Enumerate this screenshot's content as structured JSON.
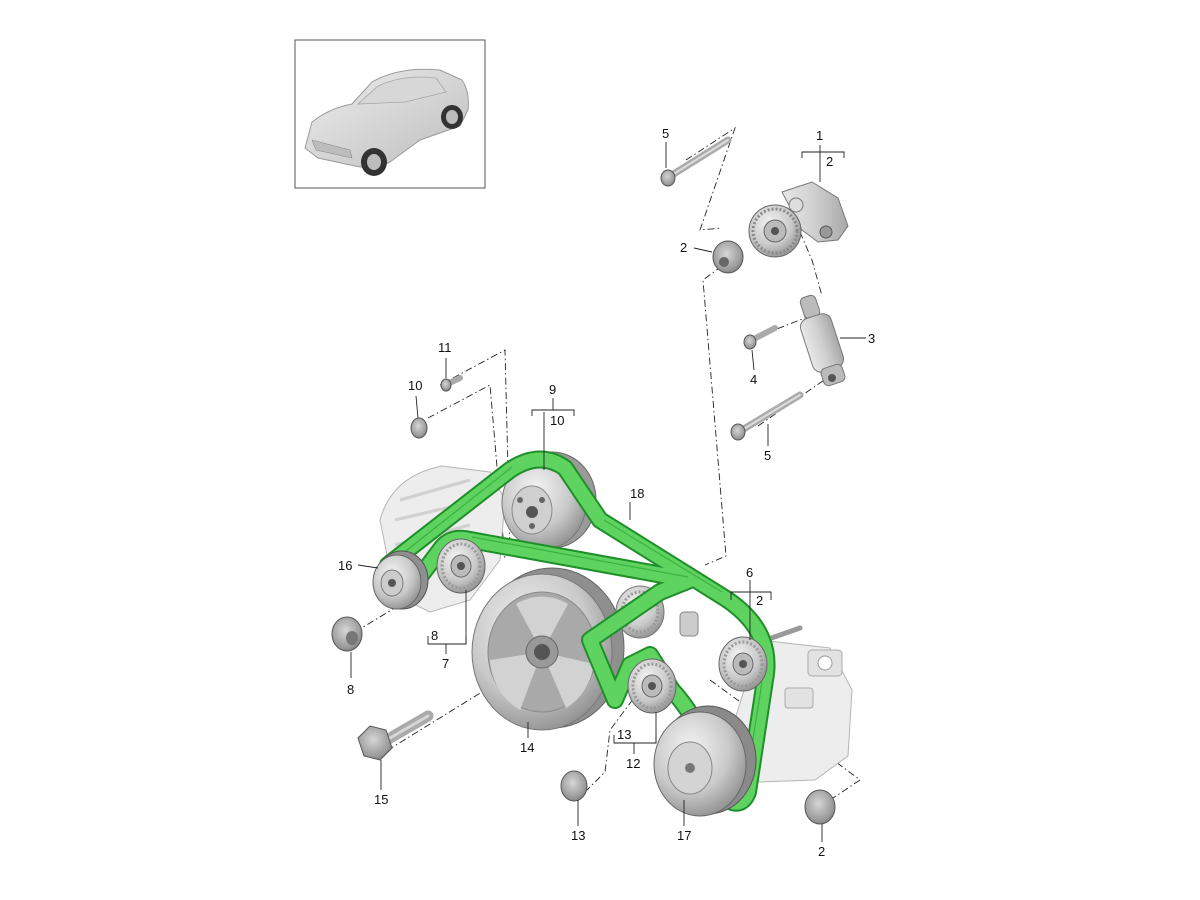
{
  "diagram": {
    "callouts": {
      "c1": "1",
      "c1_sub": "2",
      "c2_top": "2",
      "c3": "3",
      "c4": "4",
      "c5_top": "5",
      "c5_bottom": "5",
      "c6": "6",
      "c6_sub": "2",
      "c7": "7",
      "c7_sub": "8",
      "c8": "8",
      "c9": "9",
      "c9_sub": "10",
      "c10": "10",
      "c11": "11",
      "c12": "12",
      "c12_sub": "13",
      "c13": "13",
      "c14": "14",
      "c15": "15",
      "c16": "16",
      "c17": "17",
      "c18": "18",
      "c2_bottom": "2"
    }
  }
}
